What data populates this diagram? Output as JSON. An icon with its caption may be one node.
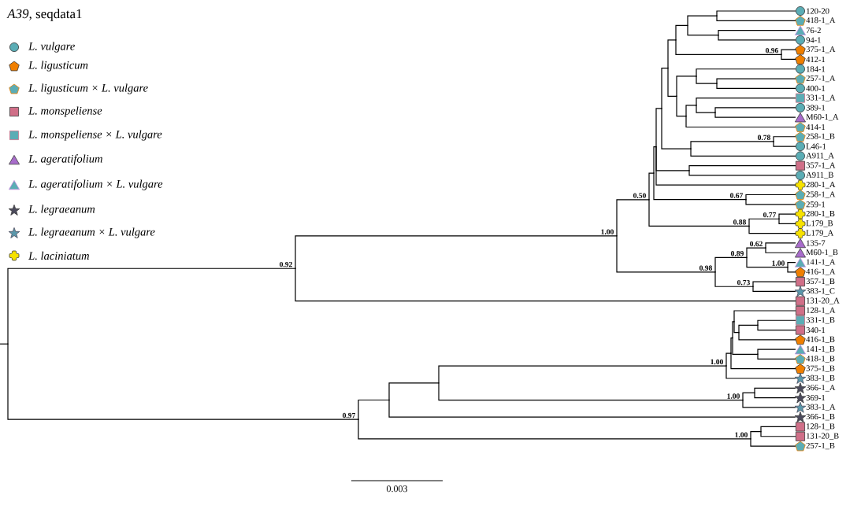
{
  "diagram": {
    "title": "*A39*, seqdata1",
    "nodes": [
      {
        "text": [
          "120-20"
        ]
      },
      {
        "text": [
          "418-1_A"
        ]
      },
      {
        "text": [
          "76-2"
        ]
      },
      {
        "text": [
          "94-1"
        ]
      },
      {
        "text": [
          "375-1_A"
        ]
      },
      {
        "text": [
          "412-1"
        ]
      },
      {
        "text": [
          "184-1"
        ]
      },
      {
        "text": [
          "257-1_A"
        ]
      },
      {
        "text": [
          "400-1"
        ]
      },
      {
        "text": [
          "331-1_A"
        ]
      },
      {
        "text": [
          "389-1"
        ]
      },
      {
        "text": [
          "M60-1_A"
        ]
      },
      {
        "text": [
          "414-1"
        ]
      },
      {
        "text": [
          "258-1_B"
        ]
      },
      {
        "text": [
          "L46-1"
        ]
      },
      {
        "text": [
          "A911_A"
        ]
      },
      {
        "text": [
          "357-1_A"
        ]
      },
      {
        "text": [
          "A911_B"
        ]
      },
      {
        "text": [
          "280-1_A"
        ]
      },
      {
        "text": [
          "258-1_A"
        ]
      },
      {
        "text": [
          "259-1"
        ]
      },
      {
        "text": [
          "280-1_B"
        ]
      },
      {
        "text": [
          "L179_B"
        ]
      },
      {
        "text": [
          "L179_A"
        ]
      },
      {
        "text": [
          "135-7"
        ]
      },
      {
        "text": [
          "M60-1_B"
        ]
      },
      {
        "text": [
          "141-1_A"
        ]
      },
      {
        "text": [
          "416-1_A"
        ]
      },
      {
        "text": [
          "357-1_B"
        ]
      },
      {
        "text": [
          "383-1_C"
        ]
      },
      {
        "text": [
          "131-20_A"
        ]
      },
      {
        "text": [
          "128-1_A"
        ]
      },
      {
        "text": [
          "331-1_B"
        ]
      },
      {
        "text": [
          "340-1"
        ]
      },
      {
        "text": [
          "416-1_B"
        ]
      },
      {
        "text": [
          "141-1_B"
        ]
      },
      {
        "text": [
          "418-1_B"
        ]
      },
      {
        "text": [
          "375-1_B"
        ]
      },
      {
        "text": [
          "383-1_B"
        ]
      },
      {
        "text": [
          "366-1_A"
        ]
      },
      {
        "text": [
          "369-1"
        ]
      },
      {
        "text": [
          "383-1_A"
        ]
      },
      {
        "text": [
          "366-1_B"
        ]
      },
      {
        "text": [
          "128-1_B"
        ]
      },
      {
        "text": [
          "131-20_B"
        ]
      },
      {
        "text": [
          "257-1_B"
        ]
      },
      {
        "text": [],
        "shape": "point"
      },
      {
        "text": [],
        "shape": "point"
      },
      {
        "text": [],
        "shape": "point"
      },
      {
        "text": [],
        "shape": "point"
      },
      {
        "text": [],
        "shape": "point"
      },
      {
        "text": [],
        "shape": "point"
      },
      {
        "text": [],
        "shape": "point"
      },
      {
        "text": [],
        "shape": "point"
      },
      {
        "text": [],
        "shape": "point"
      },
      {
        "text": [],
        "shape": "point"
      },
      {
        "text": [],
        "shape": "point"
      },
      {
        "text": [],
        "shape": "point"
      },
      {
        "text": [],
        "shape": "point"
      },
      {
        "text": [],
        "shape": "point"
      },
      {
        "text": [],
        "shape": "point"
      },
      {
        "text": [],
        "shape": "point"
      },
      {
        "text": [],
        "shape": "point"
      },
      {
        "text": [],
        "shape": "point"
      },
      {
        "text": [],
        "shape": "point"
      },
      {
        "text": [],
        "shape": "point"
      },
      {
        "text": [],
        "shape": "point"
      },
      {
        "text": [],
        "shape": "point"
      },
      {
        "text": [],
        "shape": "point"
      },
      {
        "text": [],
        "shape": "point"
      },
      {
        "text": [],
        "shape": "point"
      },
      {
        "text": [],
        "shape": "point"
      },
      {
        "text": [],
        "shape": "point"
      },
      {
        "text": [],
        "shape": "point"
      },
      {
        "text": [],
        "shape": "point"
      },
      {
        "text": [],
        "shape": "point"
      },
      {
        "text": [],
        "shape": "point"
      },
      {
        "text": [],
        "shape": "point"
      },
      {
        "text": [],
        "shape": "point"
      },
      {
        "text": [],
        "shape": "point"
      },
      {
        "text": [],
        "shape": "point"
      },
      {
        "text": [],
        "shape": "point"
      },
      {
        "text": [],
        "shape": "point"
      },
      {
        "text": [],
        "shape": "point"
      },
      {
        "text": [],
        "shape": "point"
      },
      {
        "text": [],
        "shape": "point"
      },
      {
        "text": [],
        "shape": "point"
      },
      {
        "text": [],
        "shape": "point"
      },
      {
        "text": [],
        "shape": "point"
      },
      {
        "text": [],
        "shape": "point"
      }
    ],
    "edges": [
      {
        "from": 46,
        "to": 0,
        "arrow": "none"
      },
      {
        "from": 46,
        "to": 1,
        "arrow": "none"
      },
      {
        "from": 47,
        "to": 2,
        "arrow": "none"
      },
      {
        "from": 47,
        "to": 3,
        "arrow": "none"
      },
      {
        "from": 48,
        "to": 46,
        "arrow": "none"
      },
      {
        "from": 48,
        "to": 47,
        "arrow": "none"
      },
      {
        "from": 49,
        "to": 4,
        "arrow": "none"
      },
      {
        "from": 49,
        "to": 5,
        "arrow": "none"
      },
      {
        "from": 50,
        "to": 48,
        "arrow": "none"
      },
      {
        "from": 50,
        "to": 49,
        "arrow": "none",
        "label": "0.96"
      },
      {
        "from": 51,
        "to": 7,
        "arrow": "none"
      },
      {
        "from": 51,
        "to": 8,
        "arrow": "none"
      },
      {
        "from": 52,
        "to": 6,
        "arrow": "none"
      },
      {
        "from": 52,
        "to": 51,
        "arrow": "none"
      },
      {
        "from": 53,
        "to": 10,
        "arrow": "none"
      },
      {
        "from": 53,
        "to": 11,
        "arrow": "none"
      },
      {
        "from": 54,
        "to": 9,
        "arrow": "none"
      },
      {
        "from": 54,
        "to": 53,
        "arrow": "none"
      },
      {
        "from": 55,
        "to": 54,
        "arrow": "none"
      },
      {
        "from": 55,
        "to": 12,
        "arrow": "none"
      },
      {
        "from": 56,
        "to": 52,
        "arrow": "none"
      },
      {
        "from": 56,
        "to": 55,
        "arrow": "none"
      },
      {
        "from": 57,
        "to": 50,
        "arrow": "none"
      },
      {
        "from": 57,
        "to": 56,
        "arrow": "none"
      },
      {
        "from": 58,
        "to": 13,
        "arrow": "none"
      },
      {
        "from": 58,
        "to": 14,
        "arrow": "none"
      },
      {
        "from": 59,
        "to": 58,
        "arrow": "none",
        "label": "0.78"
      },
      {
        "from": 59,
        "to": 15,
        "arrow": "none"
      },
      {
        "from": 60,
        "to": 57,
        "arrow": "none"
      },
      {
        "from": 60,
        "to": 59,
        "arrow": "none"
      },
      {
        "from": 61,
        "to": 16,
        "arrow": "none"
      },
      {
        "from": 61,
        "to": 17,
        "arrow": "none"
      },
      {
        "from": 62,
        "to": 60,
        "arrow": "none"
      },
      {
        "from": 62,
        "to": 61,
        "arrow": "none"
      },
      {
        "from": 62,
        "to": 18,
        "arrow": "none"
      },
      {
        "from": 63,
        "to": 19,
        "arrow": "none"
      },
      {
        "from": 63,
        "to": 20,
        "arrow": "none"
      },
      {
        "from": 64,
        "to": 62,
        "arrow": "none"
      },
      {
        "from": 64,
        "to": 63,
        "arrow": "none",
        "label": "0.67"
      },
      {
        "from": 65,
        "to": 21,
        "arrow": "none"
      },
      {
        "from": 65,
        "to": 22,
        "arrow": "none"
      },
      {
        "from": 66,
        "to": 65,
        "arrow": "none",
        "label": "0.77"
      },
      {
        "from": 66,
        "to": 23,
        "arrow": "none"
      },
      {
        "from": 67,
        "to": 64,
        "arrow": "none"
      },
      {
        "from": 67,
        "to": 66,
        "arrow": "none",
        "label": "0.88"
      },
      {
        "from": 68,
        "to": 24,
        "arrow": "none"
      },
      {
        "from": 68,
        "to": 25,
        "arrow": "none"
      },
      {
        "from": 69,
        "to": 26,
        "arrow": "none"
      },
      {
        "from": 69,
        "to": 27,
        "arrow": "none"
      },
      {
        "from": 70,
        "to": 68,
        "arrow": "none",
        "label": "0.62"
      },
      {
        "from": 70,
        "to": 69,
        "arrow": "none",
        "label": "1.00"
      },
      {
        "from": 71,
        "to": 28,
        "arrow": "none"
      },
      {
        "from": 71,
        "to": 29,
        "arrow": "none"
      },
      {
        "from": 72,
        "to": 70,
        "arrow": "none",
        "label": "0.89"
      },
      {
        "from": 72,
        "to": 71,
        "arrow": "none",
        "label": "0.73"
      },
      {
        "from": 73,
        "to": 67,
        "arrow": "none",
        "label": "0.50"
      },
      {
        "from": 73,
        "to": 72,
        "arrow": "none",
        "label": "0.98"
      },
      {
        "from": 74,
        "to": 73,
        "arrow": "none",
        "label": "1.00"
      },
      {
        "from": 74,
        "to": 30,
        "arrow": "none"
      },
      {
        "from": 75,
        "to": 32,
        "arrow": "none"
      },
      {
        "from": 75,
        "to": 33,
        "arrow": "none"
      },
      {
        "from": 76,
        "to": 75,
        "arrow": "none"
      },
      {
        "from": 76,
        "to": 34,
        "arrow": "none"
      },
      {
        "from": 77,
        "to": 31,
        "arrow": "none"
      },
      {
        "from": 77,
        "to": 76,
        "arrow": "none"
      },
      {
        "from": 78,
        "to": 35,
        "arrow": "none"
      },
      {
        "from": 78,
        "to": 36,
        "arrow": "none"
      },
      {
        "from": 79,
        "to": 77,
        "arrow": "none"
      },
      {
        "from": 79,
        "to": 78,
        "arrow": "none"
      },
      {
        "from": 80,
        "to": 79,
        "arrow": "none"
      },
      {
        "from": 80,
        "to": 37,
        "arrow": "none"
      },
      {
        "from": 81,
        "to": 80,
        "arrow": "none"
      },
      {
        "from": 81,
        "to": 38,
        "arrow": "none"
      },
      {
        "from": 82,
        "to": 39,
        "arrow": "none"
      },
      {
        "from": 82,
        "to": 40,
        "arrow": "none"
      },
      {
        "from": 83,
        "to": 82,
        "arrow": "none"
      },
      {
        "from": 83,
        "to": 41,
        "arrow": "none"
      },
      {
        "from": 84,
        "to": 81,
        "arrow": "none",
        "label": "1.00"
      },
      {
        "from": 84,
        "to": 83,
        "arrow": "none",
        "label": "1.00"
      },
      {
        "from": 85,
        "to": 84,
        "arrow": "none"
      },
      {
        "from": 85,
        "to": 42,
        "arrow": "none"
      },
      {
        "from": 86,
        "to": 43,
        "arrow": "none"
      },
      {
        "from": 86,
        "to": 44,
        "arrow": "none"
      },
      {
        "from": 87,
        "to": 86,
        "arrow": "none"
      },
      {
        "from": 87,
        "to": 45,
        "arrow": "none"
      },
      {
        "from": 88,
        "to": 85,
        "arrow": "none"
      },
      {
        "from": 88,
        "to": 87,
        "arrow": "none",
        "label": "1.00"
      },
      {
        "from": 89,
        "to": 74,
        "arrow": "none",
        "label": "0.92"
      },
      {
        "from": 89,
        "to": 88,
        "arrow": "none",
        "label": "0.97"
      }
    ],
    "labels": [
      "0.003"
    ],
    "legend": [
      {
        "text": "L. vulgare"
      },
      {
        "text": "L. ligusticum"
      },
      {
        "text": "*L. ligusticum* × *L. vulgare*"
      },
      {
        "text": "L. monspeliense"
      },
      {
        "text": "*L. monspeliense* × *L. vulgare*"
      },
      {
        "text": "L. ageratifolium"
      },
      {
        "text": "*L. ageratifolium* × *L. vulgare*"
      },
      {
        "text": "L. legraeanum"
      },
      {
        "text": "*L. legraeanum* × *L. vulgare*"
      },
      {
        "text": "L. laciniatum"
      }
    ]
  }
}
